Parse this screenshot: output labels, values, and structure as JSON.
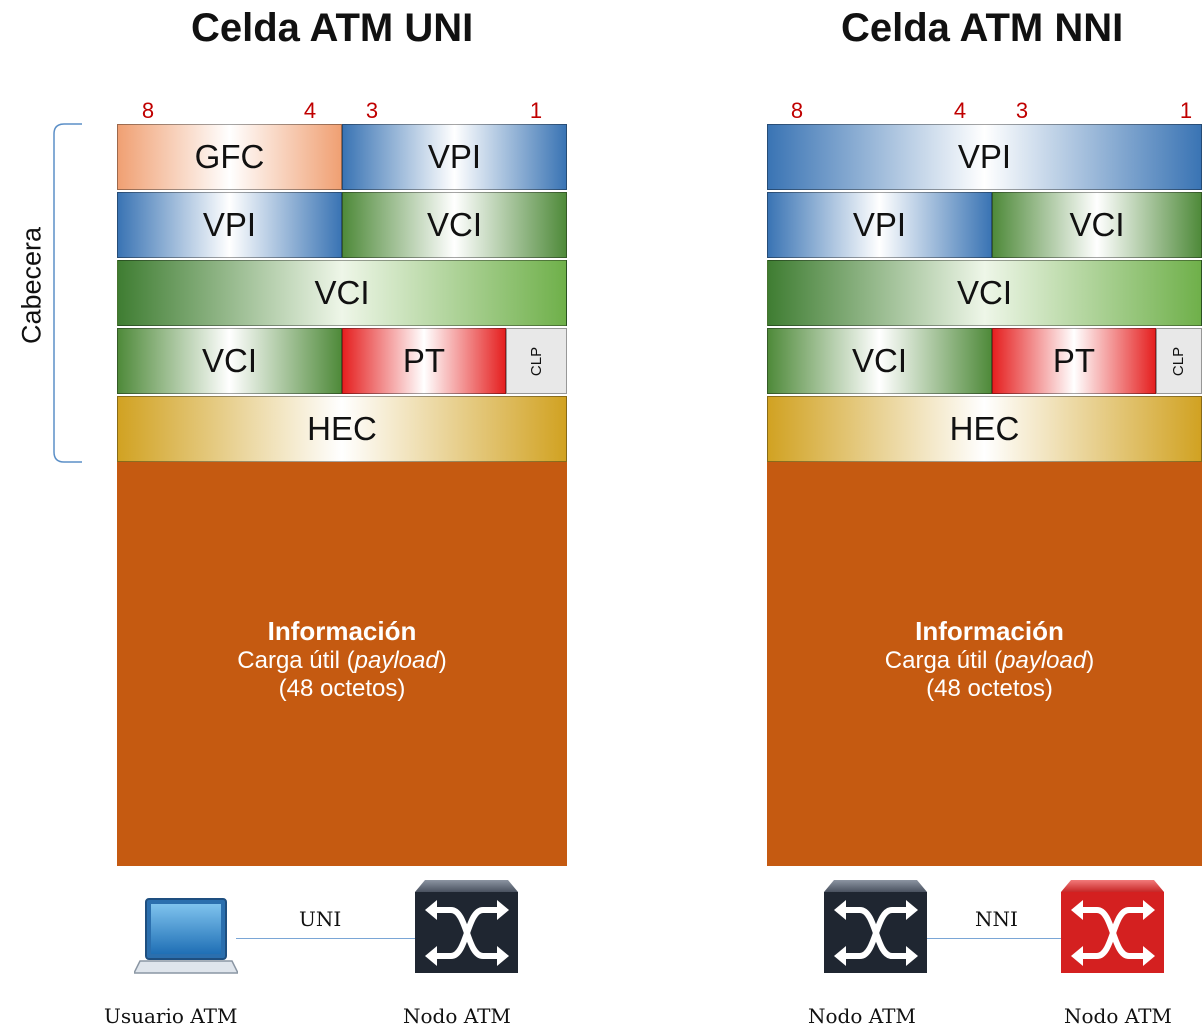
{
  "uni": {
    "title": "Celda ATM UNI",
    "bits": [
      "8",
      "4",
      "3",
      "1"
    ],
    "fields": {
      "gfc": "GFC",
      "vpi1": "VPI",
      "vpi2": "VPI",
      "vci1": "VCI",
      "vci2": "VCI",
      "vci3": "VCI",
      "pt": "PT",
      "clp": "CLP",
      "hec": "HEC"
    },
    "header_label": "Cabecera",
    "payload": {
      "title": "Información",
      "line1_pre": "Carga útil (",
      "line1_italic": "payload",
      "line1_post": ")",
      "line2": "(48 octetos)"
    },
    "link_label": "UNI",
    "left_device": "Usuario ATM",
    "right_device": "Nodo ATM"
  },
  "nni": {
    "title": "Celda ATM NNI",
    "bits": [
      "8",
      "4",
      "3",
      "1"
    ],
    "fields": {
      "vpi1": "VPI",
      "vpi2": "VPI",
      "vci1": "VCI",
      "vci2": "VCI",
      "vci3": "VCI",
      "pt": "PT",
      "clp": "CLP",
      "hec": "HEC"
    },
    "payload": {
      "title": "Información",
      "line1_pre": "Carga útil (",
      "line1_italic": "payload",
      "line1_post": ")",
      "line2": "(48 octetos)"
    },
    "link_label": "NNI",
    "left_device": "Nodo ATM",
    "right_device": "Nodo ATM"
  },
  "icons": [
    "laptop-icon",
    "atm-switch-icon",
    "atm-switch-icon",
    "atm-switch-red-icon"
  ],
  "colors": {
    "payload": "#c55a11",
    "bit_numbers": "#c00000",
    "brace": "#5b8fc7"
  }
}
